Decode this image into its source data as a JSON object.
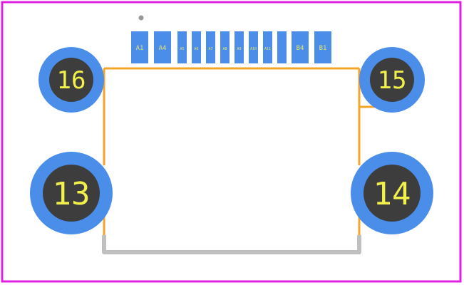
{
  "footprint": {
    "colors": {
      "board_outline": "#e020e0",
      "silkscreen_orange": "#f5a52a",
      "silkscreen_gray": "#c0c0c0",
      "pad_blue": "#4a8eea",
      "drill": "#3d3d3d",
      "pin1_marker": "#999999",
      "label": "#f2f04a"
    },
    "smd_pads": [
      {
        "label": "A1"
      },
      {
        "label": "A4"
      },
      {
        "label": "A5"
      },
      {
        "label": "A6"
      },
      {
        "label": "A7"
      },
      {
        "label": "A8"
      },
      {
        "label": "A9"
      },
      {
        "label": "A10"
      },
      {
        "label": "A11"
      },
      {
        "label": "B4"
      },
      {
        "label": "B1"
      }
    ],
    "mounting_holes": [
      {
        "label": "16"
      },
      {
        "label": "15"
      },
      {
        "label": "13"
      },
      {
        "label": "14"
      }
    ]
  }
}
